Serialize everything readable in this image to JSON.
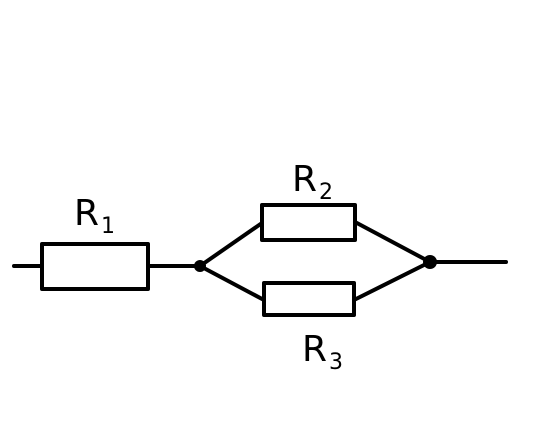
{
  "diagram": {
    "components": [
      {
        "id": "r1",
        "symbol": "R",
        "subscript": "1"
      },
      {
        "id": "r2",
        "symbol": "R",
        "subscript": "2"
      },
      {
        "id": "r3",
        "symbol": "R",
        "subscript": "3"
      }
    ]
  }
}
